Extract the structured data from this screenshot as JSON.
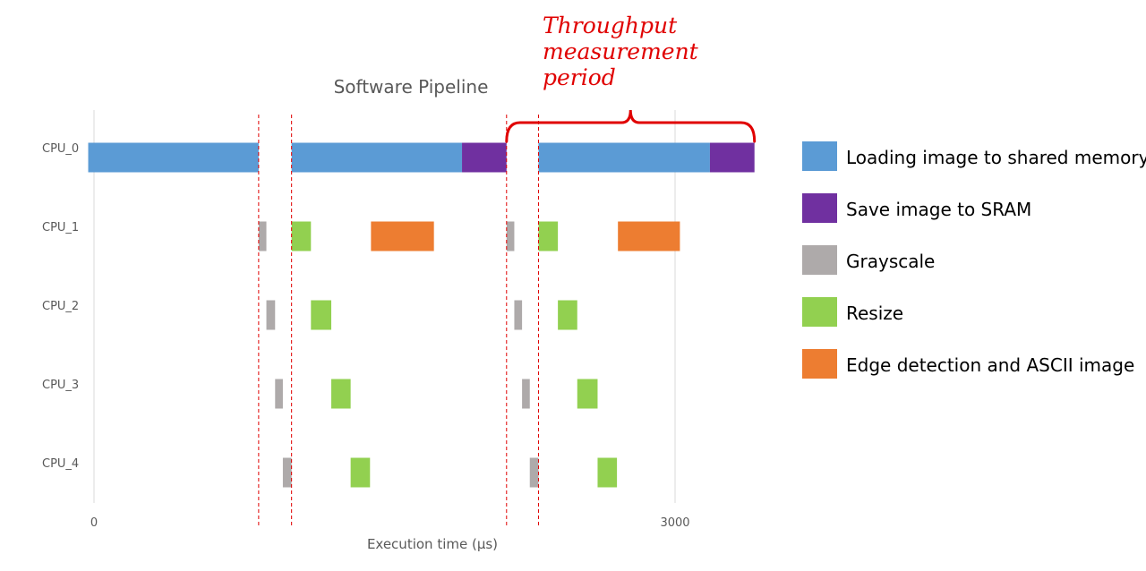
{
  "chart_data": {
    "type": "bar",
    "subtype": "gantt",
    "title": "Software Pipeline",
    "xlabel": "Execution time (µs)",
    "ylabel": "",
    "xlim": [
      0,
      3000
    ],
    "x_ticks": [
      0,
      3000
    ],
    "grid": true,
    "legend_position": "right",
    "categories": [
      "CPU_0",
      "CPU_1",
      "CPU_2",
      "CPU_3",
      "CPU_4"
    ],
    "series": [
      {
        "name": "Loading image to shared memory",
        "color": "#5b9bd5",
        "segments": [
          {
            "cpu": "CPU_0",
            "start": -30,
            "end": 850
          },
          {
            "cpu": "CPU_0",
            "start": 1020,
            "end": 1900
          },
          {
            "cpu": "CPU_0",
            "start": 2295,
            "end": 3180
          }
        ]
      },
      {
        "name": "Save image to SRAM",
        "color": "#7030a0",
        "segments": [
          {
            "cpu": "CPU_0",
            "start": 1900,
            "end": 2130
          },
          {
            "cpu": "CPU_0",
            "start": 3180,
            "end": 3410
          }
        ]
      },
      {
        "name": "Grayscale",
        "color": "#aeaaaa",
        "segments": [
          {
            "cpu": "CPU_1",
            "start": 850,
            "end": 890
          },
          {
            "cpu": "CPU_2",
            "start": 890,
            "end": 935
          },
          {
            "cpu": "CPU_3",
            "start": 935,
            "end": 975
          },
          {
            "cpu": "CPU_4",
            "start": 975,
            "end": 1020
          },
          {
            "cpu": "CPU_1",
            "start": 2130,
            "end": 2170
          },
          {
            "cpu": "CPU_2",
            "start": 2170,
            "end": 2210
          },
          {
            "cpu": "CPU_3",
            "start": 2210,
            "end": 2250
          },
          {
            "cpu": "CPU_4",
            "start": 2250,
            "end": 2295
          }
        ]
      },
      {
        "name": "Resize",
        "color": "#92d050",
        "segments": [
          {
            "cpu": "CPU_1",
            "start": 1020,
            "end": 1120
          },
          {
            "cpu": "CPU_2",
            "start": 1120,
            "end": 1225
          },
          {
            "cpu": "CPU_3",
            "start": 1225,
            "end": 1325
          },
          {
            "cpu": "CPU_4",
            "start": 1325,
            "end": 1425
          },
          {
            "cpu": "CPU_1",
            "start": 2295,
            "end": 2395
          },
          {
            "cpu": "CPU_2",
            "start": 2395,
            "end": 2495
          },
          {
            "cpu": "CPU_3",
            "start": 2495,
            "end": 2600
          },
          {
            "cpu": "CPU_4",
            "start": 2600,
            "end": 2700
          }
        ]
      },
      {
        "name": "Edge detection and ASCII image",
        "color": "#ed7d31",
        "segments": [
          {
            "cpu": "CPU_1",
            "start": 1430,
            "end": 1755
          },
          {
            "cpu": "CPU_1",
            "start": 2705,
            "end": 3025
          }
        ]
      }
    ],
    "markers": [
      850,
      1020,
      2130,
      2295
    ],
    "annotation": {
      "text": "Throughput\nmeasurement\nperiod",
      "color": "#e00000",
      "range": [
        2130,
        3410
      ]
    }
  }
}
